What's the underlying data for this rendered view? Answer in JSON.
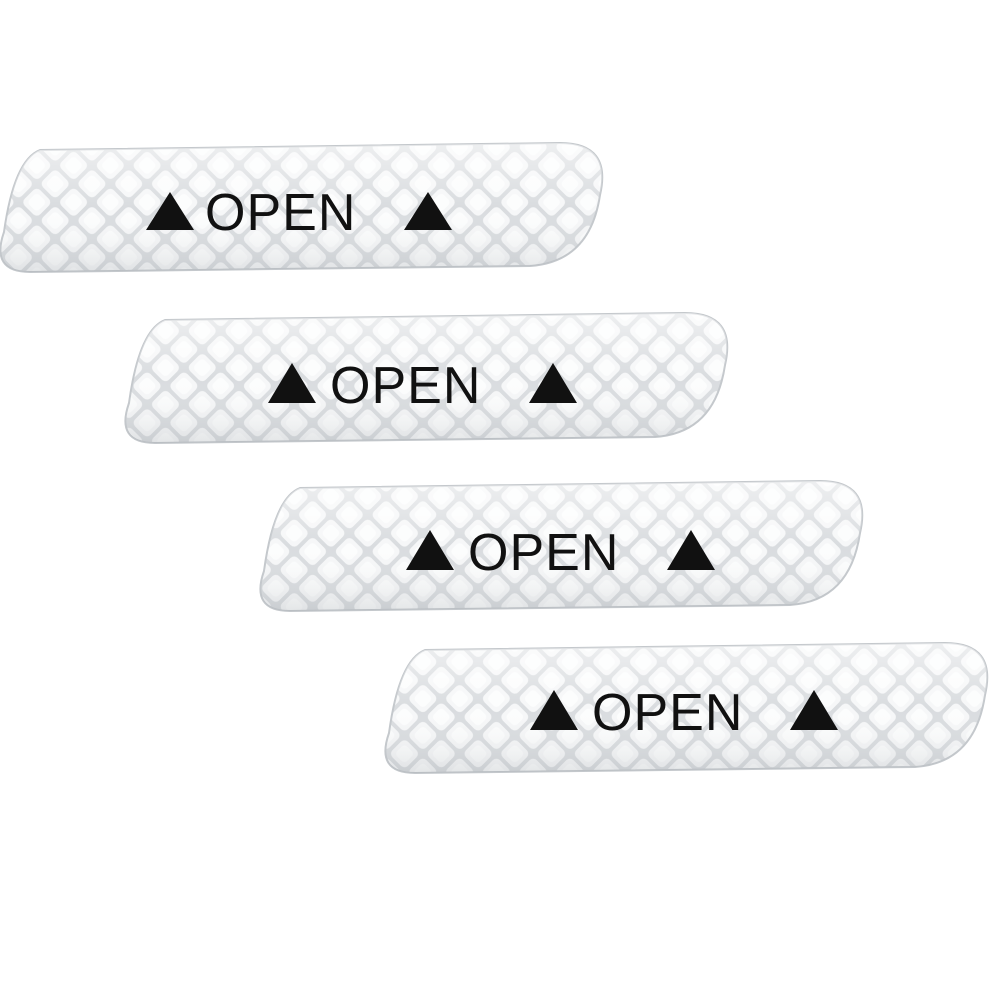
{
  "stickers": [
    {
      "text": "OPEN",
      "left_icon": "triangle-up-icon",
      "right_icon": "triangle-up-icon"
    },
    {
      "text": "OPEN",
      "left_icon": "triangle-up-icon",
      "right_icon": "triangle-up-icon"
    },
    {
      "text": "OPEN",
      "left_icon": "triangle-up-icon",
      "right_icon": "triangle-up-icon"
    },
    {
      "text": "OPEN",
      "left_icon": "triangle-up-icon",
      "right_icon": "triangle-up-icon"
    }
  ],
  "colors": {
    "background": "#ffffff",
    "sticker_base": "#e6e8ea",
    "sticker_cell": "#f7f8f9",
    "sticker_line": "#c9cdd1",
    "text": "#111111"
  }
}
